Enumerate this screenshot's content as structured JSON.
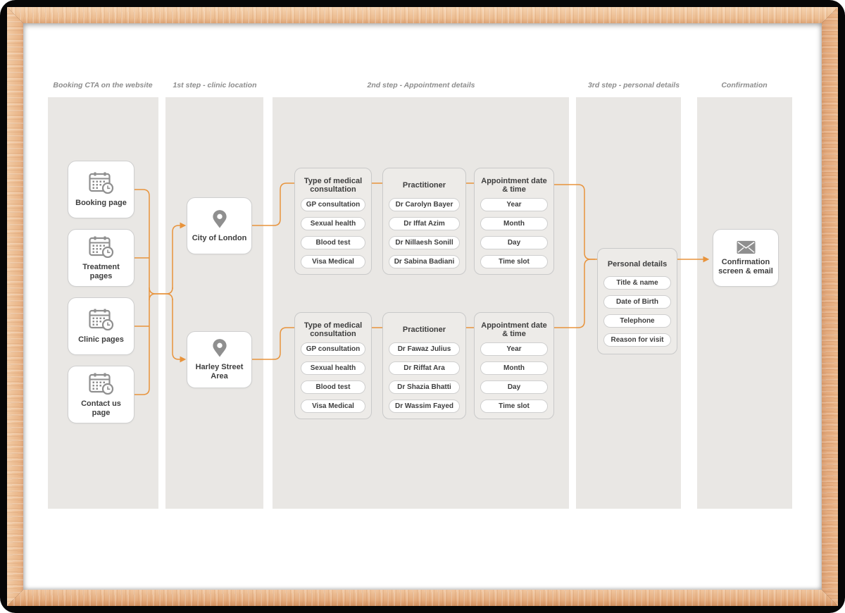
{
  "colors": {
    "accent": "#e8933b",
    "column_bg": "#e9e7e4",
    "panel_bg": "#edebe8",
    "card_border": "#cfcfcf",
    "text": "#3e3e3e",
    "header_text": "#8d8d8d",
    "icon_gray": "#8f8f8f",
    "wood": "#ecbc90"
  },
  "headers": [
    {
      "label": "Booking CTA on the website"
    },
    {
      "label": "1st step - clinic location"
    },
    {
      "label": "2nd step - Appointment details"
    },
    {
      "label": "3rd step - personal details"
    },
    {
      "label": "Confirmation"
    }
  ],
  "cta_cards": [
    {
      "label": "Booking page",
      "icon": "calendar-clock-icon"
    },
    {
      "label": "Treatment pages",
      "icon": "calendar-clock-icon"
    },
    {
      "label": "Clinic pages",
      "icon": "calendar-clock-icon"
    },
    {
      "label": "Contact us page",
      "icon": "calendar-clock-icon"
    }
  ],
  "locations": [
    {
      "label": "City of London",
      "icon": "map-pin-icon"
    },
    {
      "label": "Harley Street Area",
      "icon": "map-pin-icon"
    }
  ],
  "flows": [
    {
      "consultation": {
        "title": "Type of medical consultation",
        "options": [
          "GP consultation",
          "Sexual health",
          "Blood test",
          "Visa Medical"
        ]
      },
      "practitioner": {
        "title": "Practitioner",
        "options": [
          "Dr Carolyn Bayer",
          "Dr Iffat Azim",
          "Dr Nillaesh Sonill",
          "Dr Sabina Badiani"
        ]
      },
      "datetime": {
        "title": "Appointment date & time",
        "options": [
          "Year",
          "Month",
          "Day",
          "Time slot"
        ]
      }
    },
    {
      "consultation": {
        "title": "Type of medical consultation",
        "options": [
          "GP consultation",
          "Sexual health",
          "Blood test",
          "Visa Medical"
        ]
      },
      "practitioner": {
        "title": "Practitioner",
        "options": [
          "Dr Fawaz Julius",
          "Dr Riffat Ara",
          "Dr Shazia Bhatti",
          "Dr Wassim Fayed"
        ]
      },
      "datetime": {
        "title": "Appointment date & time",
        "options": [
          "Year",
          "Month",
          "Day",
          "Time slot"
        ]
      }
    }
  ],
  "personal_details": {
    "title": "Personal details",
    "options": [
      "Title & name",
      "Date of Birth",
      "Telephone",
      "Reason for visit"
    ]
  },
  "confirmation": {
    "label": "Confirmation screen & email",
    "icon": "envelope-icon"
  }
}
